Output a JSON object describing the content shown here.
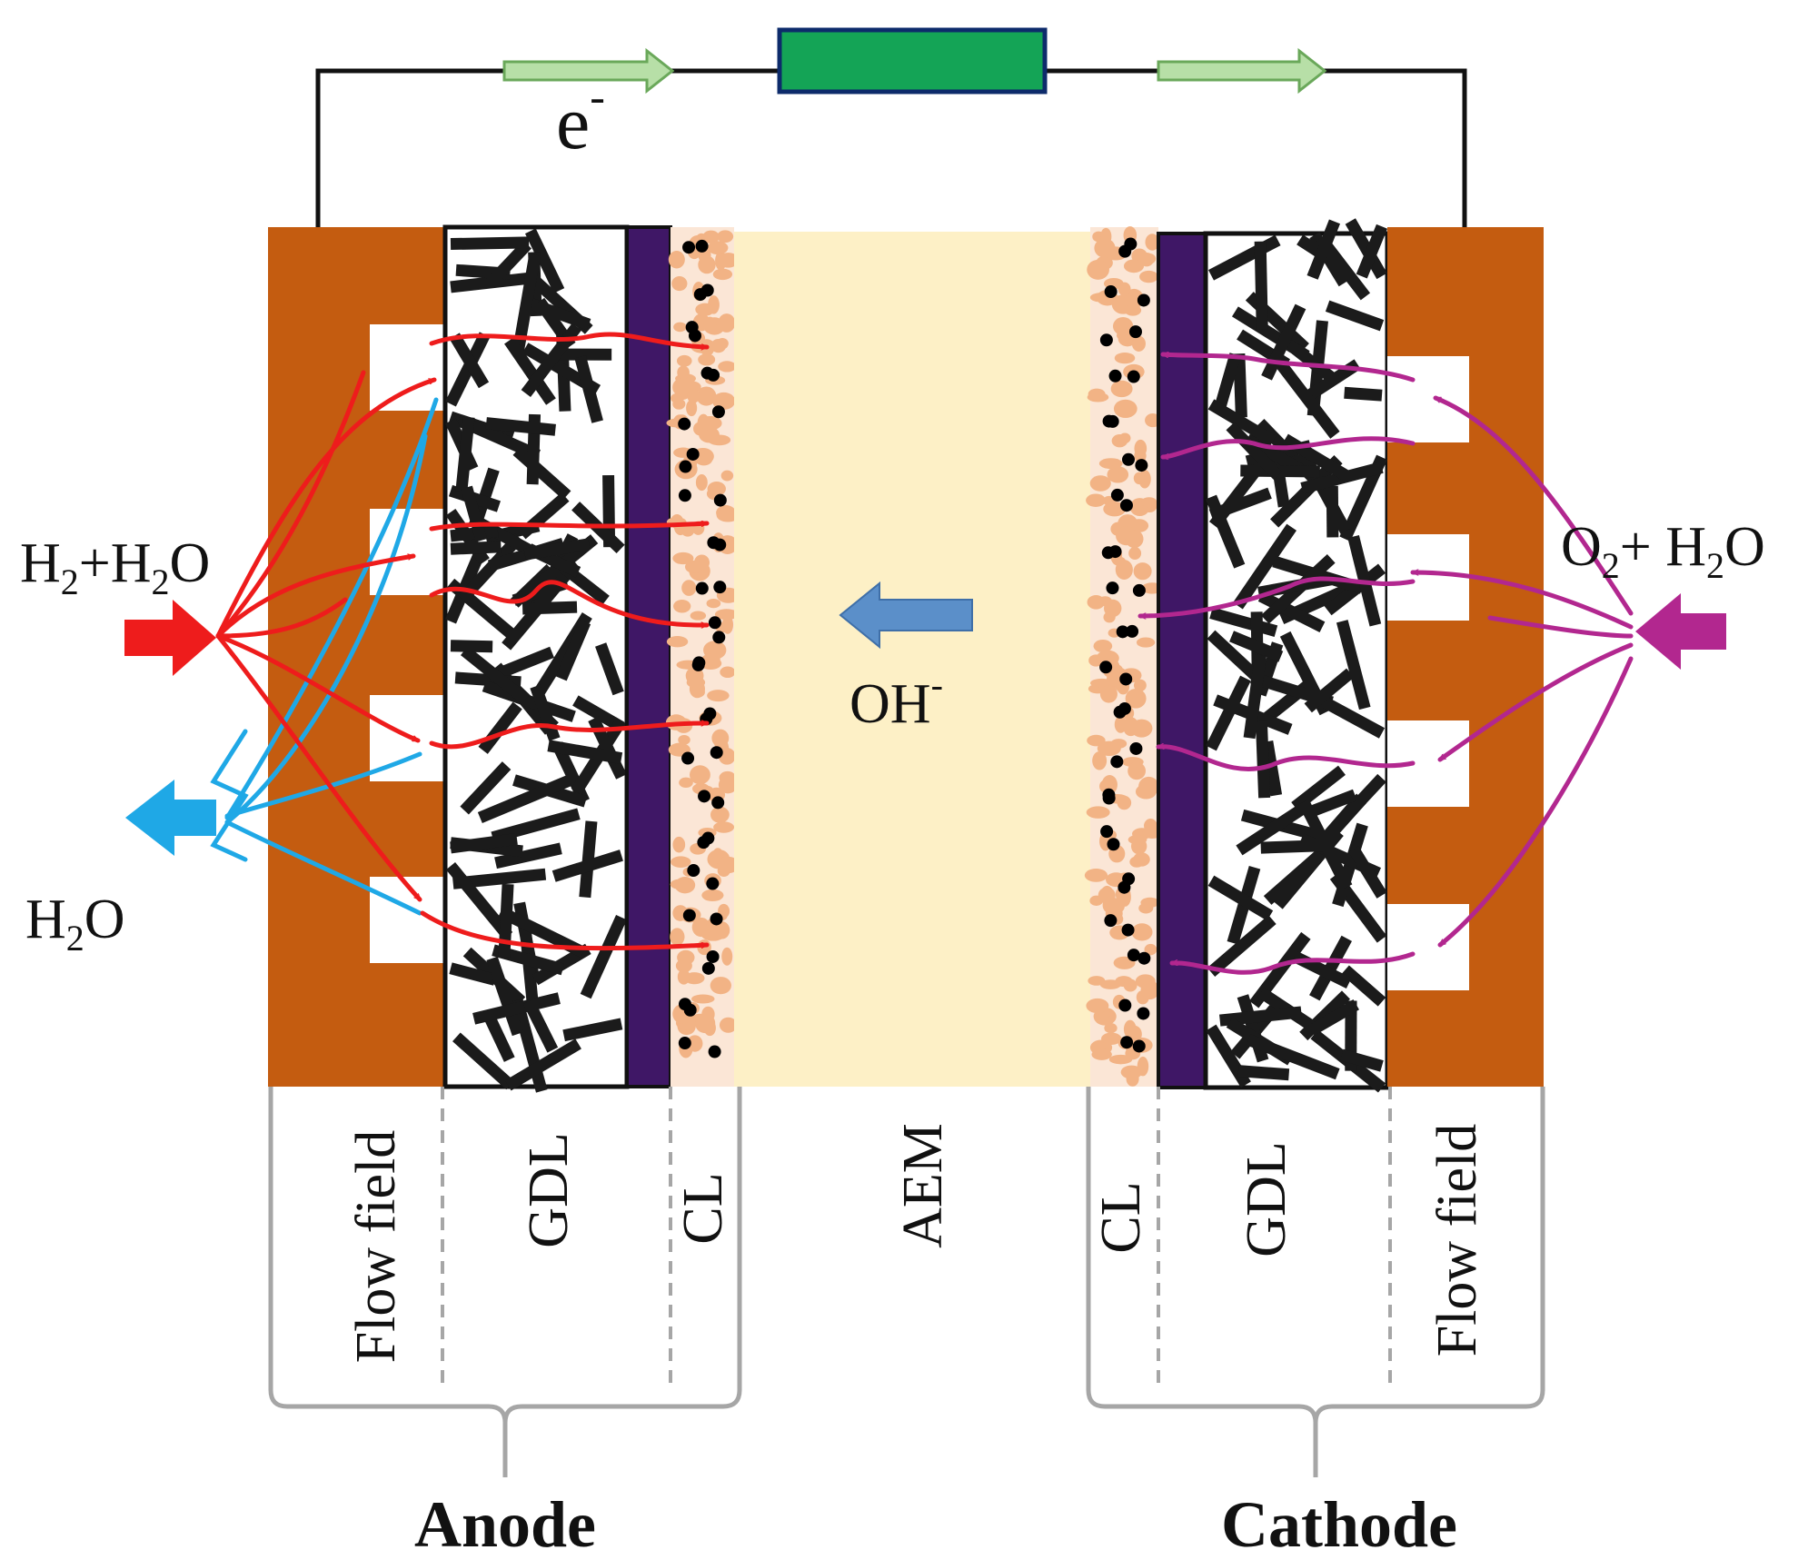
{
  "labels": {
    "electron": "e",
    "electron_sup": "-",
    "hydroxide": "OH",
    "hydroxide_sup": "-",
    "anode_in_a": "H",
    "anode_in_sub1": "2",
    "anode_in_b": "+H",
    "anode_in_sub2": "2",
    "anode_in_c": "O",
    "anode_out_a": "H",
    "anode_out_sub": "2",
    "anode_out_b": "O",
    "cathode_in_a": "O",
    "cathode_in_sub1": "2",
    "cathode_in_b": "+ H",
    "cathode_in_sub2": "2",
    "cathode_in_c": "O",
    "flow_field_left": "Flow field",
    "gdl_left": "GDL",
    "cl_left": "CL",
    "aem": "AEM",
    "cl_right": "CL",
    "gdl_right": "GDL",
    "flow_field_right": "Flow field",
    "anode": "Anode",
    "cathode": "Cathode"
  },
  "colors": {
    "flow_field": "#c45c10",
    "membrane": "#fdf0c6",
    "catalyst_layer": "#f2b385",
    "microporous_layer": "#3f1766",
    "resistor": "#14a456",
    "electron_arrow": "#b7dfa7",
    "hydrogen_flow": "#ee1c1c",
    "water_flow": "#1fa8e6",
    "oxygen_flow": "#b2278f",
    "hydroxide_arrow": "#5b8fc9",
    "bracket": "#a6a6a6"
  }
}
